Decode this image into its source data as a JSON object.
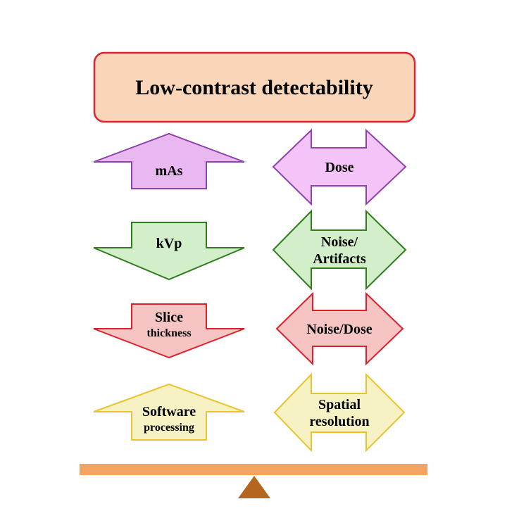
{
  "title": "Low-contrast detectability",
  "factors": [
    {
      "label_line1": "mAs",
      "label_line2": "",
      "direction": "up",
      "color": "#e9b8f0",
      "stroke": "#8e44ad"
    },
    {
      "label_line1": "kVp",
      "label_line2": "",
      "direction": "down",
      "color": "#d2efc9",
      "stroke": "#2f7d1e"
    },
    {
      "label_line1": "Slice",
      "label_line2": "thickness",
      "direction": "down",
      "color": "#f7c4c4",
      "stroke": "#e0202a"
    },
    {
      "label_line1": "Software",
      "label_line2": "processing",
      "direction": "up",
      "color": "#f6f2c4",
      "stroke": "#e8c52e"
    }
  ],
  "tradeoffs": [
    {
      "label_line1": "Dose",
      "label_line2": "",
      "color": "#f4c3f7",
      "stroke": "#8e44ad"
    },
    {
      "label_line1": "Noise/",
      "label_line2": "Artifacts",
      "color": "#d2efc9",
      "stroke": "#2f7d1e"
    },
    {
      "label_line1": "Noise/Dose",
      "label_line2": "",
      "color": "#f7c4c4",
      "stroke": "#e0202a"
    },
    {
      "label_line1": "Spatial",
      "label_line2": "resolution",
      "color": "#f6f2c4",
      "stroke": "#e8c52e"
    }
  ],
  "colors": {
    "title_fill": "#f9d5b9",
    "title_stroke": "#e0202a",
    "balance_beam": "#f4a460",
    "fulcrum": "#b5651d"
  }
}
